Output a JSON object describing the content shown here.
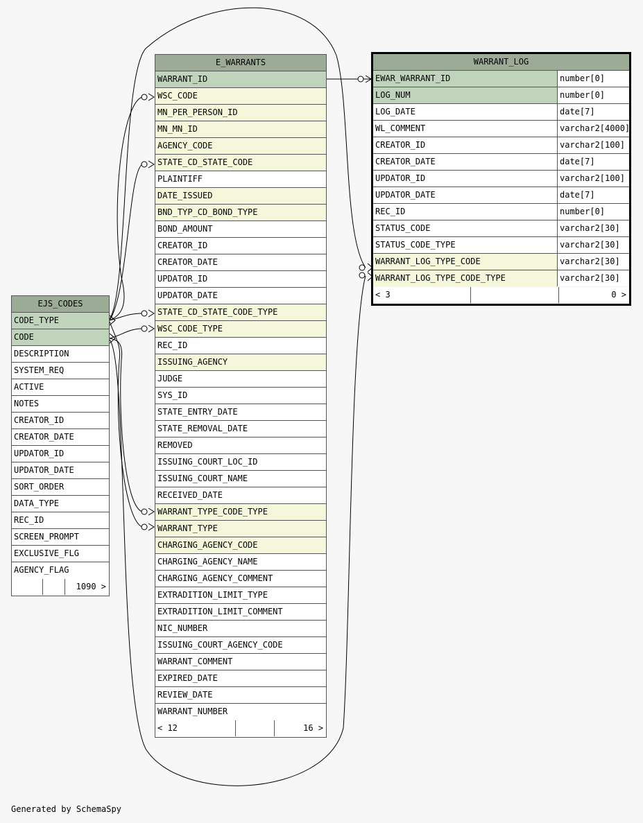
{
  "footer": "Generated by SchemaSpy",
  "colors": {
    "header": "#9bab96",
    "primary_key": "#bfd4bb",
    "foreign_key": "#f4f7da",
    "column": "#ffffff",
    "line": "#000000",
    "background": "#f7f7f7"
  },
  "e_warrants": {
    "name": "E_WARRANTS",
    "columns": [
      {
        "name": "WARRANT_ID",
        "kind": "pk"
      },
      {
        "name": "WSC_CODE",
        "kind": "fk"
      },
      {
        "name": "MN_PER_PERSON_ID",
        "kind": "fk"
      },
      {
        "name": "MN_MN_ID",
        "kind": "fk"
      },
      {
        "name": "AGENCY_CODE",
        "kind": "fk"
      },
      {
        "name": "STATE_CD_STATE_CODE",
        "kind": "fk"
      },
      {
        "name": "PLAINTIFF",
        "kind": "plain"
      },
      {
        "name": "DATE_ISSUED",
        "kind": "fk"
      },
      {
        "name": "BND_TYP_CD_BOND_TYPE",
        "kind": "fk"
      },
      {
        "name": "BOND_AMOUNT",
        "kind": "plain"
      },
      {
        "name": "CREATOR_ID",
        "kind": "plain"
      },
      {
        "name": "CREATOR_DATE",
        "kind": "plain"
      },
      {
        "name": "UPDATOR_ID",
        "kind": "plain"
      },
      {
        "name": "UPDATOR_DATE",
        "kind": "plain"
      },
      {
        "name": "STATE_CD_STATE_CODE_TYPE",
        "kind": "fk"
      },
      {
        "name": "WSC_CODE_TYPE",
        "kind": "fk"
      },
      {
        "name": "REC_ID",
        "kind": "plain"
      },
      {
        "name": "ISSUING_AGENCY",
        "kind": "fk"
      },
      {
        "name": "JUDGE",
        "kind": "plain"
      },
      {
        "name": "SYS_ID",
        "kind": "plain"
      },
      {
        "name": "STATE_ENTRY_DATE",
        "kind": "plain"
      },
      {
        "name": "STATE_REMOVAL_DATE",
        "kind": "plain"
      },
      {
        "name": "REMOVED",
        "kind": "plain"
      },
      {
        "name": "ISSUING_COURT_LOC_ID",
        "kind": "plain"
      },
      {
        "name": "ISSUING_COURT_NAME",
        "kind": "plain"
      },
      {
        "name": "RECEIVED_DATE",
        "kind": "plain"
      },
      {
        "name": "WARRANT_TYPE_CODE_TYPE",
        "kind": "fk"
      },
      {
        "name": "WARRANT_TYPE",
        "kind": "fk"
      },
      {
        "name": "CHARGING_AGENCY_CODE",
        "kind": "fk"
      },
      {
        "name": "CHARGING_AGENCY_NAME",
        "kind": "plain"
      },
      {
        "name": "CHARGING_AGENCY_COMMENT",
        "kind": "plain"
      },
      {
        "name": "EXTRADITION_LIMIT_TYPE",
        "kind": "plain"
      },
      {
        "name": "EXTRADITION_LIMIT_COMMENT",
        "kind": "plain"
      },
      {
        "name": "NIC_NUMBER",
        "kind": "plain"
      },
      {
        "name": "ISSUING_COURT_AGENCY_CODE",
        "kind": "plain"
      },
      {
        "name": "WARRANT_COMMENT",
        "kind": "plain"
      },
      {
        "name": "EXPIRED_DATE",
        "kind": "plain"
      },
      {
        "name": "REVIEW_DATE",
        "kind": "plain"
      },
      {
        "name": "WARRANT_NUMBER",
        "kind": "plain"
      }
    ],
    "footer": {
      "left": "< 12",
      "middle": "",
      "right": "16 >"
    }
  },
  "warrant_log": {
    "name": "WARRANT_LOG",
    "columns": [
      {
        "name": "EWAR_WARRANT_ID",
        "type": "number[0]",
        "kind": "pk"
      },
      {
        "name": "LOG_NUM",
        "type": "number[0]",
        "kind": "pk"
      },
      {
        "name": "LOG_DATE",
        "type": "date[7]",
        "kind": "plain"
      },
      {
        "name": "WL_COMMENT",
        "type": "varchar2[4000]",
        "kind": "plain"
      },
      {
        "name": "CREATOR_ID",
        "type": "varchar2[100]",
        "kind": "plain"
      },
      {
        "name": "CREATOR_DATE",
        "type": "date[7]",
        "kind": "plain"
      },
      {
        "name": "UPDATOR_ID",
        "type": "varchar2[100]",
        "kind": "plain"
      },
      {
        "name": "UPDATOR_DATE",
        "type": "date[7]",
        "kind": "plain"
      },
      {
        "name": "REC_ID",
        "type": "number[0]",
        "kind": "plain"
      },
      {
        "name": "STATUS_CODE",
        "type": "varchar2[30]",
        "kind": "plain"
      },
      {
        "name": "STATUS_CODE_TYPE",
        "type": "varchar2[30]",
        "kind": "plain"
      },
      {
        "name": "WARRANT_LOG_TYPE_CODE",
        "type": "varchar2[30]",
        "kind": "fk"
      },
      {
        "name": "WARRANT_LOG_TYPE_CODE_TYPE",
        "type": "varchar2[30]",
        "kind": "fk"
      }
    ],
    "footer": {
      "left": "< 3",
      "middle": "",
      "right": "0 >"
    }
  },
  "ejs_codes": {
    "name": "EJS_CODES",
    "columns": [
      {
        "name": "CODE_TYPE",
        "kind": "pk"
      },
      {
        "name": "CODE",
        "kind": "pk"
      },
      {
        "name": "DESCRIPTION",
        "kind": "plain"
      },
      {
        "name": "SYSTEM_REQ",
        "kind": "plain"
      },
      {
        "name": "ACTIVE",
        "kind": "plain"
      },
      {
        "name": "NOTES",
        "kind": "plain"
      },
      {
        "name": "CREATOR_ID",
        "kind": "plain"
      },
      {
        "name": "CREATOR_DATE",
        "kind": "plain"
      },
      {
        "name": "UPDATOR_ID",
        "kind": "plain"
      },
      {
        "name": "UPDATOR_DATE",
        "kind": "plain"
      },
      {
        "name": "SORT_ORDER",
        "kind": "plain"
      },
      {
        "name": "DATA_TYPE",
        "kind": "plain"
      },
      {
        "name": "REC_ID",
        "kind": "plain"
      },
      {
        "name": "SCREEN_PROMPT",
        "kind": "plain"
      },
      {
        "name": "EXCLUSIVE_FLG",
        "kind": "plain"
      },
      {
        "name": "AGENCY_FLAG",
        "kind": "plain"
      }
    ],
    "footer": {
      "left": "",
      "middle": "",
      "right": "1090 >"
    }
  }
}
